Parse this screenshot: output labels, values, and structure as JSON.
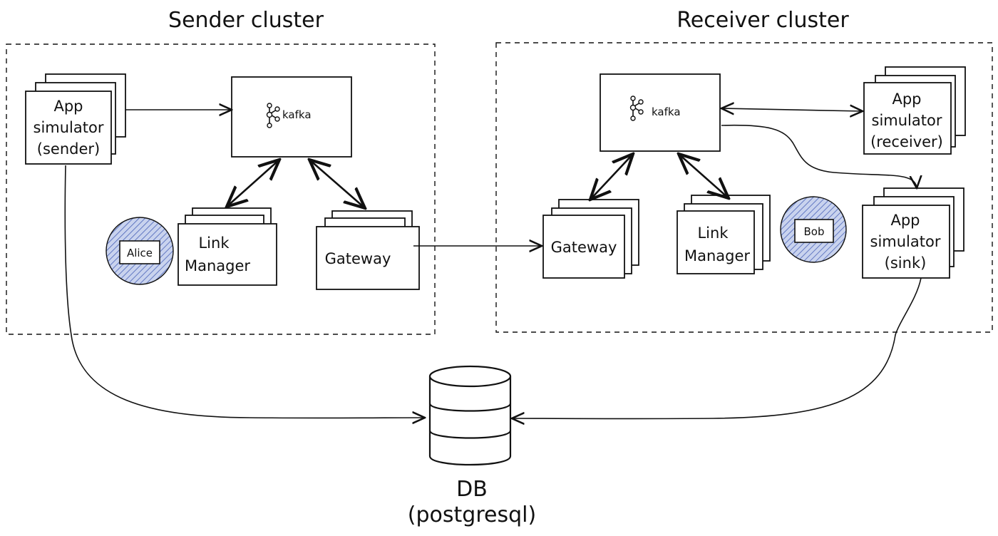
{
  "clusters": {
    "sender": {
      "title": "Sender cluster"
    },
    "receiver": {
      "title": "Receiver cluster"
    }
  },
  "nodes": {
    "sender_app": {
      "lines": [
        "App",
        "simulator",
        "(sender)"
      ]
    },
    "sender_kafka": {
      "label": "kafka"
    },
    "sender_link_manager": {
      "lines": [
        "Link",
        "Manager"
      ]
    },
    "sender_gateway": {
      "label": "Gateway"
    },
    "alice": {
      "label": "Alice"
    },
    "receiver_kafka": {
      "label": "kafka"
    },
    "receiver_app": {
      "lines": [
        "App",
        "simulator",
        "(receiver)"
      ]
    },
    "receiver_gateway": {
      "label": "Gateway"
    },
    "receiver_link_manager": {
      "lines": [
        "Link",
        "Manager"
      ]
    },
    "bob": {
      "label": "Bob"
    },
    "sink_app": {
      "lines": [
        "App",
        "simulator",
        "(sink)"
      ]
    },
    "db": {
      "lines": [
        "DB",
        "(postgresql)"
      ]
    }
  },
  "colors": {
    "stroke": "#111111",
    "identity_fill": "#c9d3ee",
    "identity_hatch": "#4a63b8"
  }
}
